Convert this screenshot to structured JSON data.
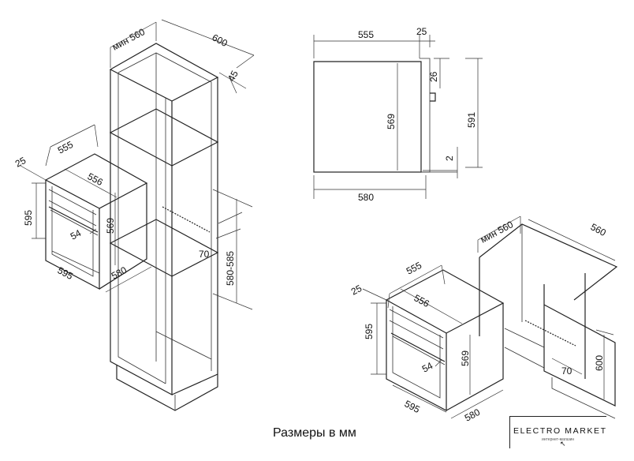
{
  "caption": "Размеры в мм",
  "logo": {
    "name": "ELECTRO MARKET",
    "tagline": "интернет-магазин",
    "icon": "cursor-arrow-icon"
  },
  "column_install": {
    "cabinet": {
      "width": "мин 560",
      "depth": "600",
      "back": "45"
    },
    "niche": {
      "opening": "70",
      "height": "580-585"
    },
    "oven": {
      "width": "555",
      "depth_front": "25",
      "inner_width": "556",
      "height": "595",
      "handle": "54",
      "inner_height": "569",
      "front_width": "595",
      "depth": "580"
    }
  },
  "side_view": {
    "depth": "555",
    "panel": "25",
    "top": "26",
    "height": "569",
    "total_height": "591",
    "gap": "2",
    "total_depth": "580"
  },
  "under_counter_install": {
    "cabinet": {
      "width": "мин 560",
      "depth": "560",
      "opening": "70",
      "height": "600"
    },
    "oven": {
      "width": "555",
      "depth_front": "25",
      "inner_width": "556",
      "height": "595",
      "handle": "54",
      "inner_height": "569",
      "front_width": "595",
      "depth": "580"
    }
  }
}
